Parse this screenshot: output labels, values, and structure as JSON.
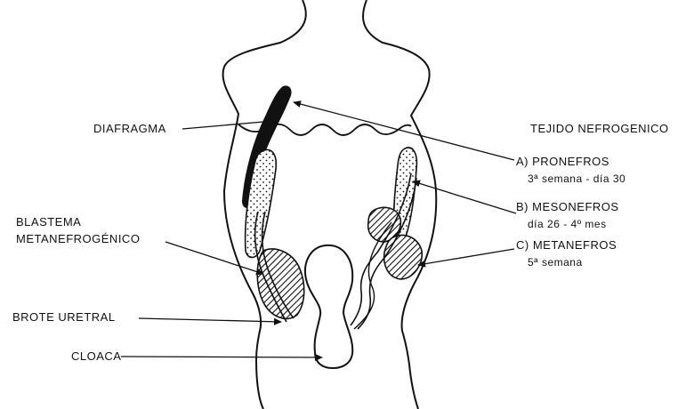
{
  "figure": {
    "labels": {
      "diafragma": "DIAFRAGMA",
      "blastema_line1": "BLASTEMA",
      "blastema_line2": "METANEFROGÉNICO",
      "brote_uretral": "BROTE URETRAL",
      "cloaca": "CLOACA",
      "tejido_nefrogenico": "TEJIDO  NEFROGENICO",
      "pronefros_title": "A)  PRONEFROS",
      "pronefros_detail": "3ª  semana  -  día  30",
      "mesonefros_title": "B)  MESONEFROS",
      "mesonefros_detail": "día  26  -  4º  mes",
      "metanefros_title": "C)  METANEFROS",
      "metanefros_detail": "5ª  semana"
    },
    "colors": {
      "ink": "#111111",
      "background": "#ffffff"
    }
  }
}
